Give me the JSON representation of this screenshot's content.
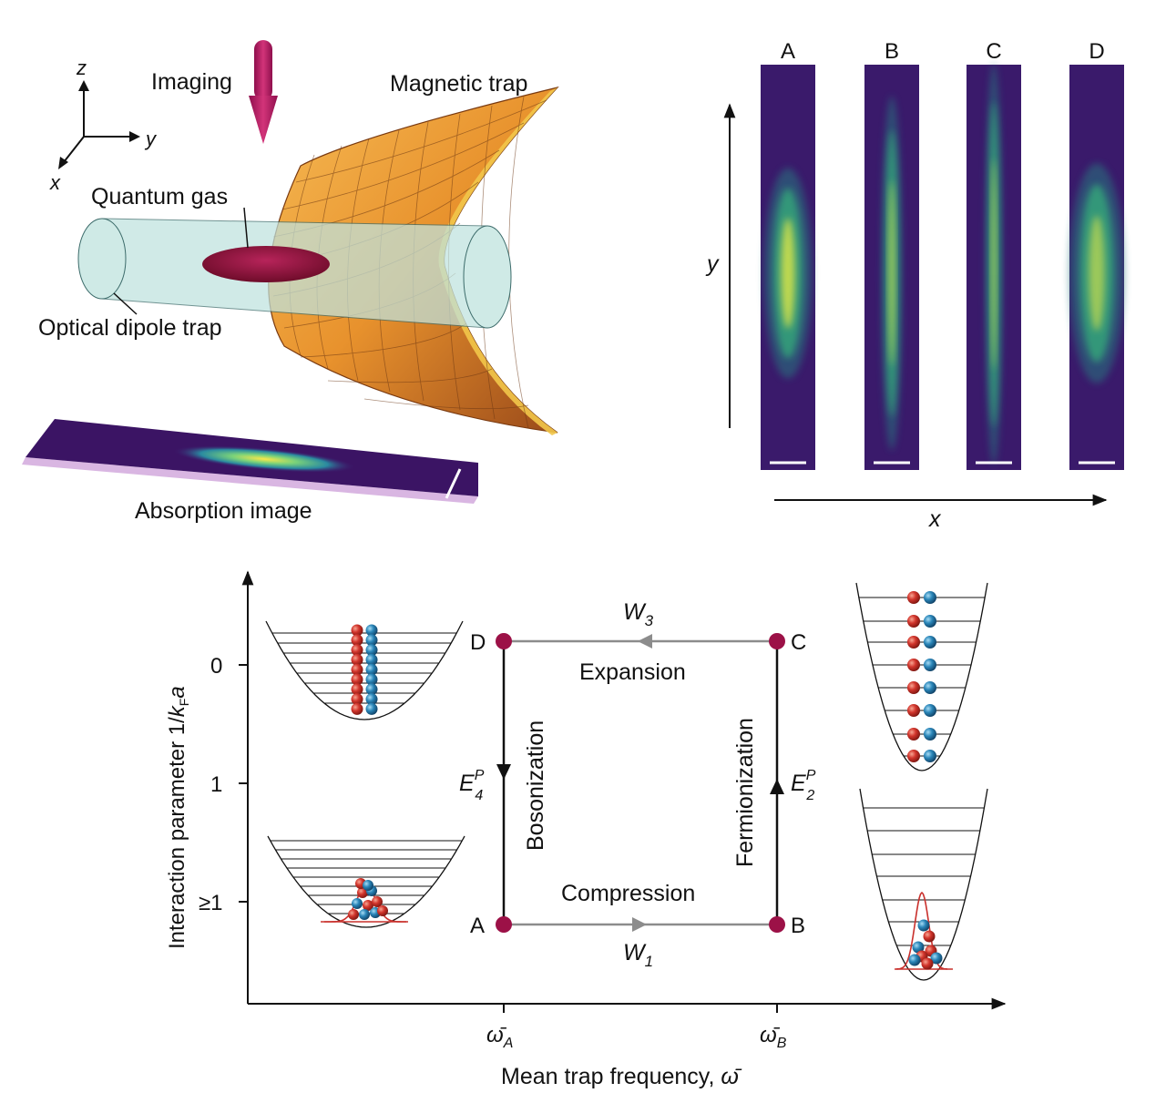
{
  "panel_a": {
    "axes": {
      "z": "z",
      "y": "y",
      "x": "x"
    },
    "labels": {
      "imaging": "Imaging",
      "magnetic_trap": "Magnetic trap",
      "quantum_gas": "Quantum gas",
      "optical_dipole_trap": "Optical dipole trap",
      "absorption_image": "Absorption image"
    }
  },
  "panel_b": {
    "strips": [
      "A",
      "B",
      "C",
      "D"
    ],
    "y_axis": "y",
    "x_axis": "x"
  },
  "cycle": {
    "y_axis_label_main": "Interaction parameter 1/",
    "y_axis_label_k": "k",
    "y_axis_label_sub": "F",
    "y_axis_label_a": "a",
    "x_axis_label": "Mean trap frequency, ",
    "x_axis_symbol": "ω̄",
    "y_ticks": [
      "0",
      "1",
      "≥1"
    ],
    "x_tick_a": "ω̄",
    "x_tick_a_sub": "A",
    "x_tick_b": "ω̄",
    "x_tick_b_sub": "B",
    "corners": {
      "A": "A",
      "B": "B",
      "C": "C",
      "D": "D"
    },
    "edges": {
      "expansion": "Expansion",
      "compression": "Compression",
      "bosonization": "Bosonization",
      "fermionization": "Fermionization"
    },
    "work": {
      "w3": "W",
      "w3_sub": "3",
      "w1": "W",
      "w1_sub": "1"
    },
    "energy": {
      "e4": "E",
      "e4_sup": "P",
      "e4_sub": "4",
      "e2": "E",
      "e2_sup": "P",
      "e2_sub": "2"
    }
  },
  "colors": {
    "corner_dot": "#9c1147",
    "path_gray": "#8c8c8c",
    "atom_red": "#d2352c",
    "atom_blue": "#2a86b9",
    "trap_orange": "#eea13a",
    "dipole_cyan": "#bfe3df",
    "gas_cloud": "#8c1435"
  }
}
